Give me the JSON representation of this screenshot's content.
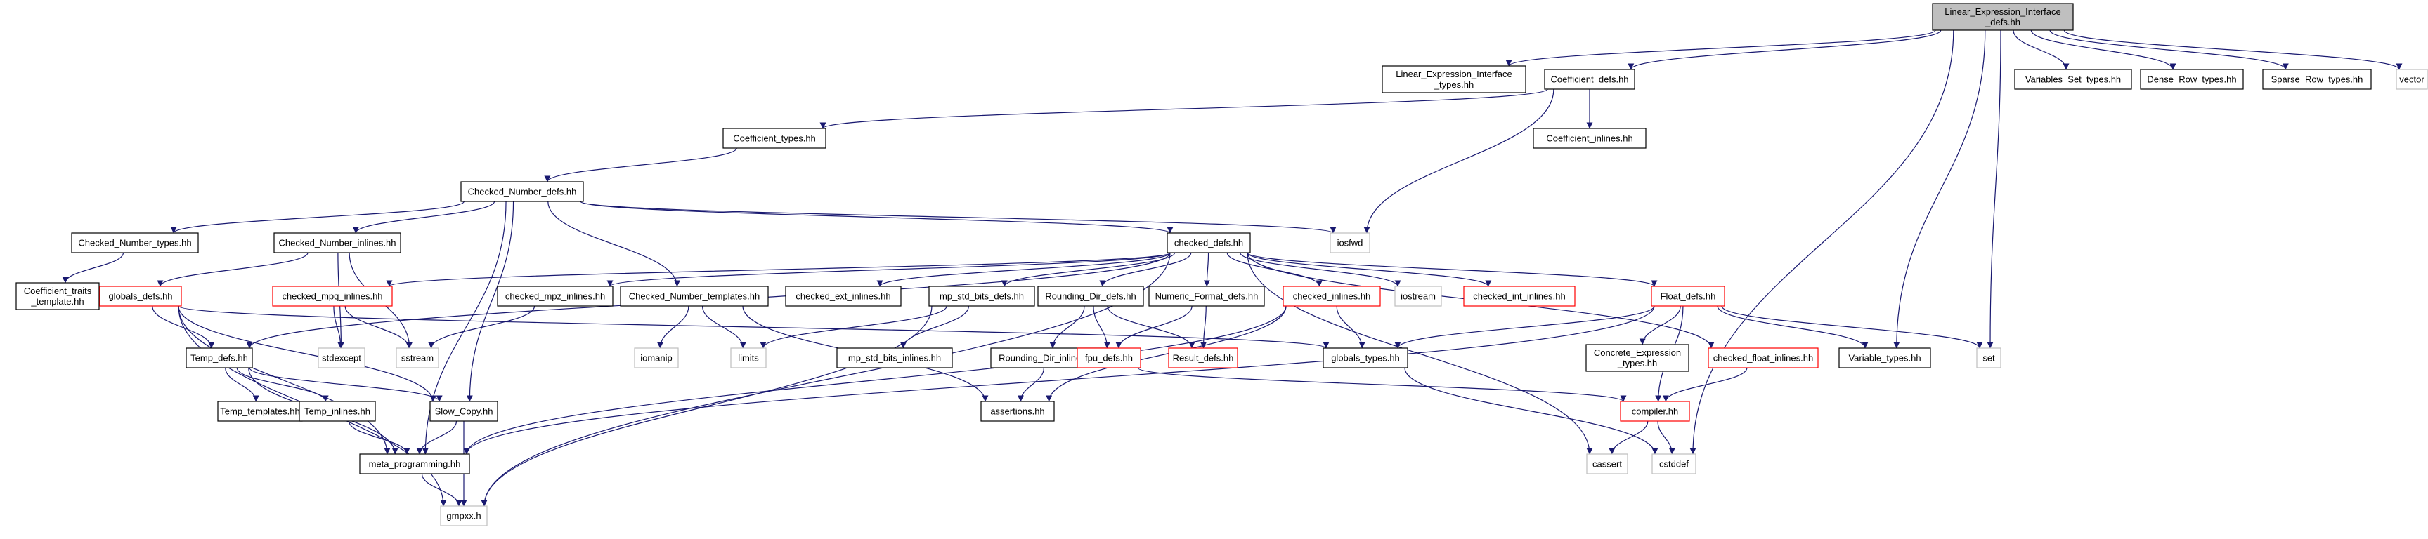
{
  "graph": {
    "nodes": [
      {
        "id": "root",
        "lines": [
          "Linear_Expression_Interface",
          "_defs.hh"
        ],
        "style": "root"
      },
      {
        "id": "lei_types",
        "lines": [
          "Linear_Expression_Interface",
          "_types.hh"
        ],
        "style": "normal"
      },
      {
        "id": "coef_defs",
        "lines": [
          "Coefficient_defs.hh"
        ],
        "style": "normal"
      },
      {
        "id": "vars_set_types",
        "lines": [
          "Variables_Set_types.hh"
        ],
        "style": "normal"
      },
      {
        "id": "dense_row_types",
        "lines": [
          "Dense_Row_types.hh"
        ],
        "style": "normal"
      },
      {
        "id": "sparse_row_types",
        "lines": [
          "Sparse_Row_types.hh"
        ],
        "style": "normal"
      },
      {
        "id": "vector",
        "lines": [
          "vector"
        ],
        "style": "external"
      },
      {
        "id": "coef_types",
        "lines": [
          "Coefficient_types.hh"
        ],
        "style": "normal"
      },
      {
        "id": "coef_inlines",
        "lines": [
          "Coefficient_inlines.hh"
        ],
        "style": "normal"
      },
      {
        "id": "cn_defs",
        "lines": [
          "Checked_Number_defs.hh"
        ],
        "style": "normal"
      },
      {
        "id": "iosfwd",
        "lines": [
          "iosfwd"
        ],
        "style": "external"
      },
      {
        "id": "cn_types",
        "lines": [
          "Checked_Number_types.hh"
        ],
        "style": "normal"
      },
      {
        "id": "cn_inlines",
        "lines": [
          "Checked_Number_inlines.hh"
        ],
        "style": "normal"
      },
      {
        "id": "checked_defs",
        "lines": [
          "checked_defs.hh"
        ],
        "style": "normal"
      },
      {
        "id": "coef_traits",
        "lines": [
          "Coefficient_traits",
          "_template.hh"
        ],
        "style": "normal"
      },
      {
        "id": "globals_defs",
        "lines": [
          "globals_defs.hh"
        ],
        "style": "truncated"
      },
      {
        "id": "checked_mpq",
        "lines": [
          "checked_mpq_inlines.hh"
        ],
        "style": "truncated"
      },
      {
        "id": "checked_mpz",
        "lines": [
          "checked_mpz_inlines.hh"
        ],
        "style": "normal"
      },
      {
        "id": "cn_templates",
        "lines": [
          "Checked_Number_templates.hh"
        ],
        "style": "normal"
      },
      {
        "id": "checked_ext",
        "lines": [
          "checked_ext_inlines.hh"
        ],
        "style": "normal"
      },
      {
        "id": "mp_std_bits_defs",
        "lines": [
          "mp_std_bits_defs.hh"
        ],
        "style": "normal"
      },
      {
        "id": "rounding_dir_defs",
        "lines": [
          "Rounding_Dir_defs.hh"
        ],
        "style": "normal"
      },
      {
        "id": "numeric_format",
        "lines": [
          "Numeric_Format_defs.hh"
        ],
        "style": "normal"
      },
      {
        "id": "checked_inlines",
        "lines": [
          "checked_inlines.hh"
        ],
        "style": "truncated"
      },
      {
        "id": "iostream",
        "lines": [
          "iostream"
        ],
        "style": "external"
      },
      {
        "id": "checked_int",
        "lines": [
          "checked_int_inlines.hh"
        ],
        "style": "truncated"
      },
      {
        "id": "float_defs",
        "lines": [
          "Float_defs.hh"
        ],
        "style": "truncated"
      },
      {
        "id": "checked_float",
        "lines": [
          "checked_float_inlines.hh"
        ],
        "style": "truncated"
      },
      {
        "id": "variable_types",
        "lines": [
          "Variable_types.hh"
        ],
        "style": "normal"
      },
      {
        "id": "set",
        "lines": [
          "set"
        ],
        "style": "external"
      },
      {
        "id": "stdexcept",
        "lines": [
          "stdexcept"
        ],
        "style": "external"
      },
      {
        "id": "sstream",
        "lines": [
          "sstream"
        ],
        "style": "external"
      },
      {
        "id": "iomanip",
        "lines": [
          "iomanip"
        ],
        "style": "external"
      },
      {
        "id": "limits",
        "lines": [
          "limits"
        ],
        "style": "external"
      },
      {
        "id": "mp_std_bits_inlines",
        "lines": [
          "mp_std_bits_inlines.hh"
        ],
        "style": "normal"
      },
      {
        "id": "rounding_dir_inlines",
        "lines": [
          "Rounding_Dir_inlines.hh"
        ],
        "style": "normal"
      },
      {
        "id": "fpu_defs",
        "lines": [
          "fpu_defs.hh"
        ],
        "style": "truncated"
      },
      {
        "id": "result_defs",
        "lines": [
          "Result_defs.hh"
        ],
        "style": "truncated"
      },
      {
        "id": "globals_types",
        "lines": [
          "globals_types.hh"
        ],
        "style": "normal"
      },
      {
        "id": "concrete_expr",
        "lines": [
          "Concrete_Expression",
          "_types.hh"
        ],
        "style": "normal"
      },
      {
        "id": "temp_defs",
        "lines": [
          "Temp_defs.hh"
        ],
        "style": "normal"
      },
      {
        "id": "temp_templates",
        "lines": [
          "Temp_templates.hh"
        ],
        "style": "normal"
      },
      {
        "id": "temp_inlines",
        "lines": [
          "Temp_inlines.hh"
        ],
        "style": "normal"
      },
      {
        "id": "slow_copy",
        "lines": [
          "Slow_Copy.hh"
        ],
        "style": "normal"
      },
      {
        "id": "assertions",
        "lines": [
          "assertions.hh"
        ],
        "style": "normal"
      },
      {
        "id": "compiler",
        "lines": [
          "compiler.hh"
        ],
        "style": "truncated"
      },
      {
        "id": "meta_prog",
        "lines": [
          "meta_programming.hh"
        ],
        "style": "normal"
      },
      {
        "id": "cassert",
        "lines": [
          "cassert"
        ],
        "style": "external"
      },
      {
        "id": "cstddef",
        "lines": [
          "cstddef"
        ],
        "style": "external"
      },
      {
        "id": "gmpxx",
        "lines": [
          "gmpxx.h"
        ],
        "style": "external"
      }
    ],
    "edges": [
      [
        "root",
        "lei_types"
      ],
      [
        "root",
        "coef_defs"
      ],
      [
        "root",
        "vars_set_types"
      ],
      [
        "root",
        "dense_row_types"
      ],
      [
        "root",
        "sparse_row_types"
      ],
      [
        "root",
        "vector"
      ],
      [
        "root",
        "variable_types"
      ],
      [
        "root",
        "set"
      ],
      [
        "root",
        "cstddef"
      ],
      [
        "coef_defs",
        "coef_types"
      ],
      [
        "coef_defs",
        "coef_inlines"
      ],
      [
        "coef_defs",
        "iosfwd"
      ],
      [
        "coef_types",
        "cn_defs"
      ],
      [
        "cn_defs",
        "cn_types"
      ],
      [
        "cn_defs",
        "cn_inlines"
      ],
      [
        "cn_defs",
        "checked_defs"
      ],
      [
        "cn_defs",
        "iosfwd"
      ],
      [
        "cn_defs",
        "cn_templates"
      ],
      [
        "cn_defs",
        "slow_copy"
      ],
      [
        "cn_defs",
        "meta_prog"
      ],
      [
        "cn_types",
        "coef_traits"
      ],
      [
        "cn_inlines",
        "globals_defs"
      ],
      [
        "cn_inlines",
        "stdexcept"
      ],
      [
        "cn_inlines",
        "sstream"
      ],
      [
        "checked_defs",
        "checked_mpq"
      ],
      [
        "checked_defs",
        "checked_mpz"
      ],
      [
        "checked_defs",
        "checked_ext"
      ],
      [
        "checked_defs",
        "mp_std_bits_defs"
      ],
      [
        "checked_defs",
        "rounding_dir_defs"
      ],
      [
        "checked_defs",
        "numeric_format"
      ],
      [
        "checked_defs",
        "checked_inlines"
      ],
      [
        "checked_defs",
        "iostream"
      ],
      [
        "checked_defs",
        "checked_int"
      ],
      [
        "checked_defs",
        "float_defs"
      ],
      [
        "checked_defs",
        "checked_float"
      ],
      [
        "checked_defs",
        "temp_defs"
      ],
      [
        "checked_defs",
        "cassert"
      ],
      [
        "checked_defs",
        "gmpxx"
      ],
      [
        "globals_defs",
        "temp_defs"
      ],
      [
        "globals_defs",
        "globals_types"
      ],
      [
        "globals_defs",
        "slow_copy"
      ],
      [
        "globals_defs",
        "meta_prog"
      ],
      [
        "globals_defs",
        "gmpxx"
      ],
      [
        "checked_mpq",
        "stdexcept"
      ],
      [
        "checked_mpq",
        "sstream"
      ],
      [
        "checked_mpz",
        "sstream"
      ],
      [
        "cn_templates",
        "iomanip"
      ],
      [
        "cn_templates",
        "limits"
      ],
      [
        "cn_templates",
        "assertions"
      ],
      [
        "mp_std_bits_defs",
        "limits"
      ],
      [
        "mp_std_bits_defs",
        "mp_std_bits_inlines"
      ],
      [
        "mp_std_bits_defs",
        "gmpxx"
      ],
      [
        "rounding_dir_defs",
        "rounding_dir_inlines"
      ],
      [
        "rounding_dir_defs",
        "fpu_defs"
      ],
      [
        "rounding_dir_defs",
        "result_defs"
      ],
      [
        "rounding_dir_inlines",
        "assertions"
      ],
      [
        "numeric_format",
        "result_defs"
      ],
      [
        "numeric_format",
        "fpu_defs"
      ],
      [
        "checked_inlines",
        "globals_types"
      ],
      [
        "checked_inlines",
        "assertions"
      ],
      [
        "checked_inlines",
        "meta_prog"
      ],
      [
        "fpu_defs",
        "compiler"
      ],
      [
        "float_defs",
        "globals_types"
      ],
      [
        "float_defs",
        "concrete_expr"
      ],
      [
        "float_defs",
        "variable_types"
      ],
      [
        "float_defs",
        "set"
      ],
      [
        "float_defs",
        "compiler"
      ],
      [
        "float_defs",
        "meta_prog"
      ],
      [
        "checked_float",
        "compiler"
      ],
      [
        "globals_types",
        "cstddef"
      ],
      [
        "temp_defs",
        "temp_templates"
      ],
      [
        "temp_defs",
        "temp_inlines"
      ],
      [
        "temp_defs",
        "slow_copy"
      ],
      [
        "temp_defs",
        "meta_prog"
      ],
      [
        "temp_inlines",
        "meta_prog"
      ],
      [
        "slow_copy",
        "meta_prog"
      ],
      [
        "slow_copy",
        "gmpxx"
      ],
      [
        "meta_prog",
        "gmpxx"
      ],
      [
        "compiler",
        "cassert"
      ],
      [
        "compiler",
        "cstddef"
      ]
    ]
  },
  "colors": {
    "edge": "#191970",
    "box_border": "#000000",
    "truncated_border": "#ff0000",
    "external_border": "#bfbfbf",
    "root_fill": "#bfbfbf",
    "box_fill": "#ffffff",
    "text": "#000000",
    "external_text": "#000000"
  }
}
